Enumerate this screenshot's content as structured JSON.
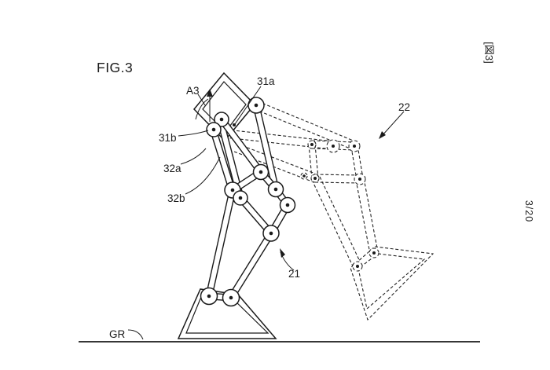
{
  "figure": {
    "title": "FIG.3",
    "sheet_label": "[図3]",
    "page_number": "3/20",
    "labels": {
      "angle": "A3",
      "link_31a": "31a",
      "link_31b": "31b",
      "link_32a": "32a",
      "link_32b": "32b",
      "stance_leg": "21",
      "swing_leg": "22",
      "ground": "GR"
    },
    "colors": {
      "ink": "#1a1a1a",
      "background": "#ffffff"
    }
  }
}
